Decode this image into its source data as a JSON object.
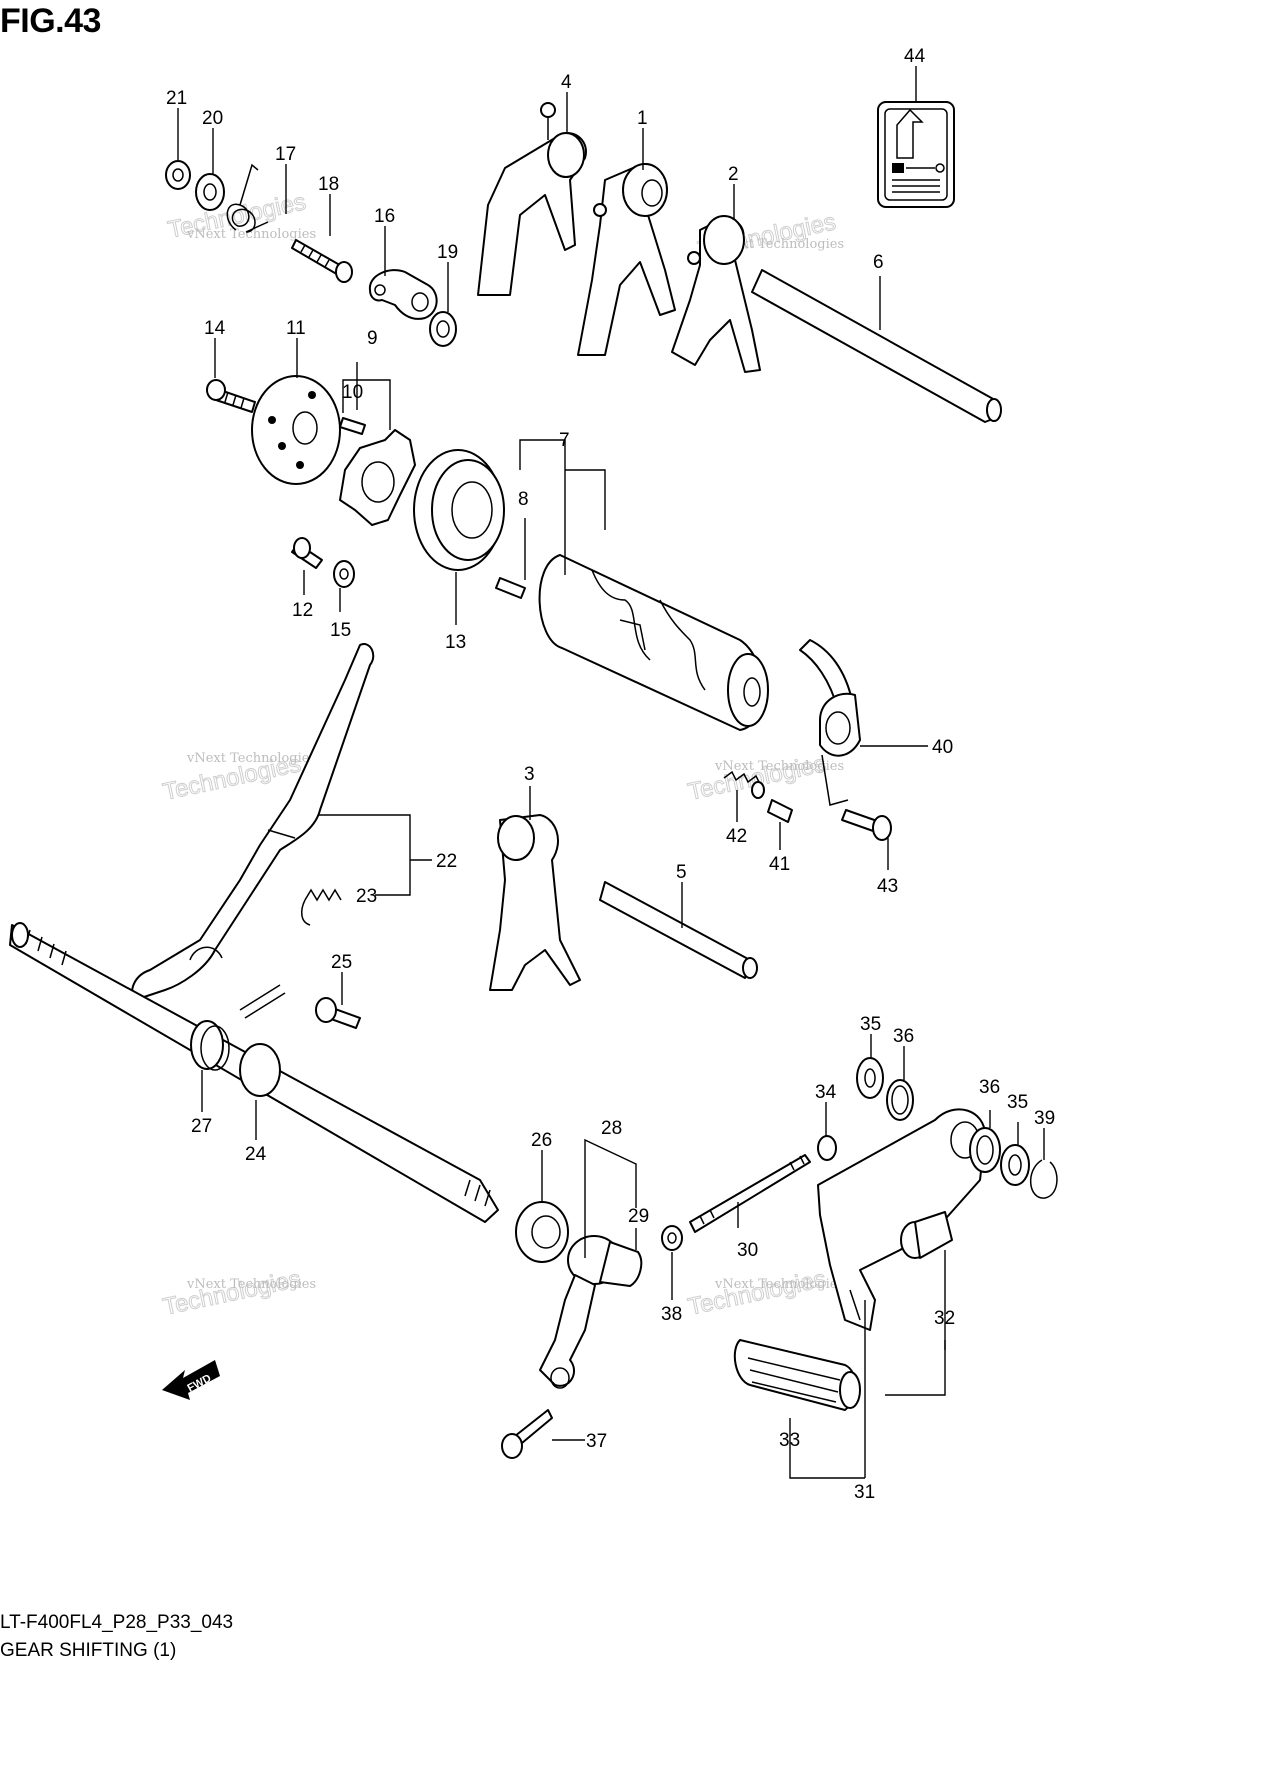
{
  "figure": {
    "title": "FIG.43"
  },
  "footer": {
    "code": "LT-F400FL4_P28_P33_043",
    "name": "GEAR SHIFTING (1)"
  },
  "watermark": {
    "line1": "vNext Technologies",
    "line2": "vNext",
    "line3": "Technologies"
  },
  "arrow": {
    "label": "FWD"
  },
  "callouts": [
    "1",
    "2",
    "3",
    "4",
    "5",
    "6",
    "7",
    "8",
    "9",
    "10",
    "11",
    "12",
    "13",
    "14",
    "15",
    "16",
    "17",
    "18",
    "19",
    "20",
    "21",
    "22",
    "23",
    "24",
    "25",
    "26",
    "27",
    "28",
    "29",
    "30",
    "31",
    "32",
    "33",
    "34",
    "35",
    "36",
    "36",
    "35",
    "39",
    "37",
    "38",
    "40",
    "41",
    "42",
    "43",
    "44"
  ]
}
